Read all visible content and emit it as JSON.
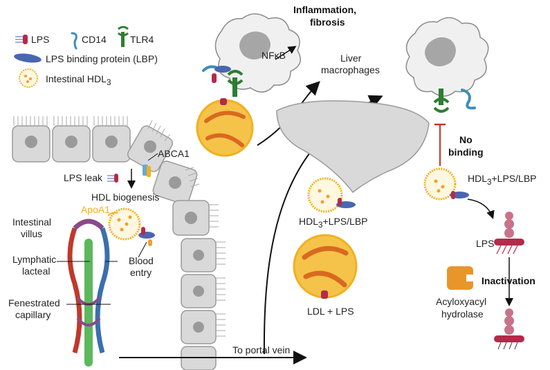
{
  "legend": {
    "lps": "LPS",
    "cd14": "CD14",
    "tlr4": "TLR4",
    "lbp": "LPS binding protein (LBP)",
    "hdl_prefix": "Intestinal HDL",
    "hdl_sub": "3"
  },
  "labels": {
    "inflammation_line1": "Inflammation,",
    "inflammation_line2": "fibrosis",
    "nfkb": "NFκB",
    "liver_macrophages_line1": "Liver",
    "liver_macrophages_line2": "macrophages",
    "abca1": "ABCA1",
    "lps_leak": "LPS leak",
    "hdl_biogenesis": "HDL biogenesis",
    "apoa1": "ApoA1",
    "intestinal_villus_line1": "Intestinal",
    "intestinal_villus_line2": "villus",
    "lymphatic_lacteal_line1": "Lymphatic",
    "lymphatic_lacteal_line2": "lacteal",
    "blood_entry_line1": "Blood",
    "blood_entry_line2": "entry",
    "fenestrated_capillary_line1": "Fenestrated",
    "fenestrated_capillary_line2": "capillary",
    "to_portal_vein": "To portal vein",
    "hdl_complex_prefix": "HDL",
    "hdl_complex_sub": "3",
    "hdl_complex_suffix": "+LPS/LBP",
    "ldl_lps": "LDL + LPS",
    "no_binding_line1": "No",
    "no_binding_line2": "binding",
    "lps": "LPS",
    "inactivation": "Inactivation",
    "aoah_line1": "Acyloxyacyl",
    "aoah_line2": "hydrolase"
  },
  "colors": {
    "lps": "#b5294a",
    "cd14": "#3a8fb7",
    "tlr4": "#2e7d32",
    "lbp": "#4a66b0",
    "hdl_yellow": "#f2b01e",
    "ldl_orange": "#f0a030",
    "cell_gray": "#d9d9d9",
    "blood_red": "#c0392b",
    "blood_blue": "#3b6fb0",
    "lacteal_green": "#5cb85c",
    "aoah_orange": "#e8962a"
  },
  "icons": [
    "macrophage-icon",
    "liver-icon",
    "hdl-particle-icon",
    "ldl-particle-icon",
    "lps-icon",
    "cd14-icon",
    "tlr4-icon",
    "lbp-icon",
    "aoah-enzyme-icon",
    "inhibition-bar-icon"
  ]
}
